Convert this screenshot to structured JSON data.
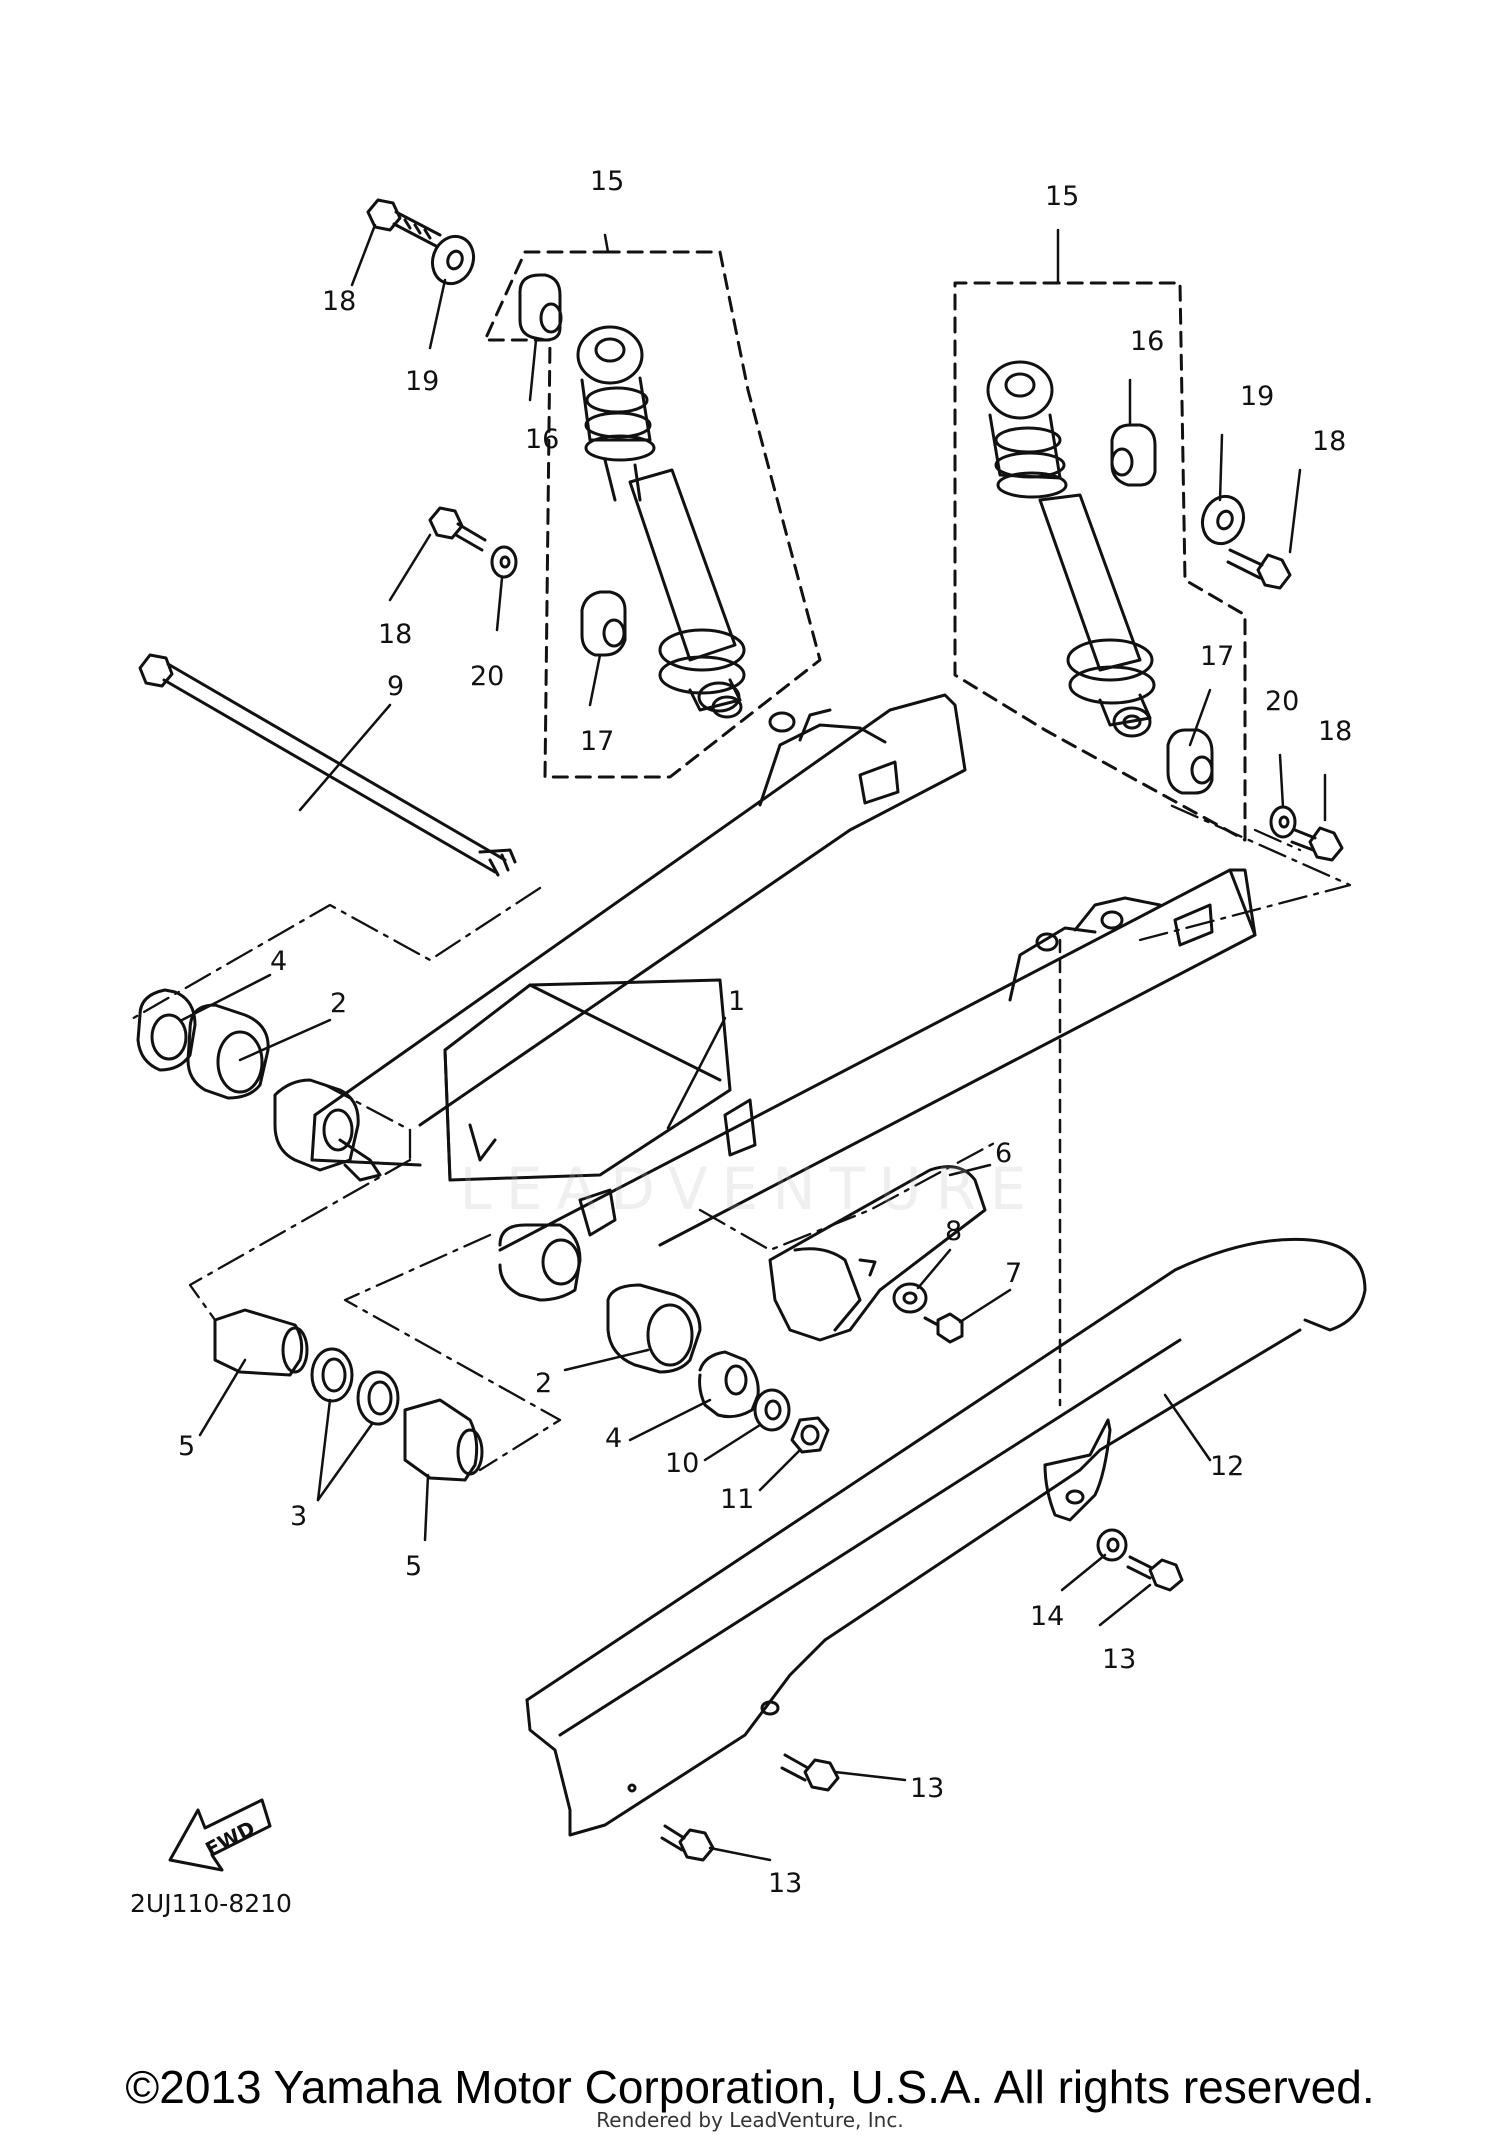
{
  "diagram": {
    "drawing_code": "2UJ110-8210",
    "fwd_label": "FWD",
    "callouts": {
      "c1": "1",
      "c2a": "2",
      "c2b": "2",
      "c3": "3",
      "c4a": "4",
      "c4b": "4",
      "c5a": "5",
      "c5b": "5",
      "c6": "6",
      "c7": "7",
      "c8": "8",
      "c9": "9",
      "c10": "10",
      "c11": "11",
      "c12": "12",
      "c13a": "13",
      "c13b": "13",
      "c13c": "13",
      "c14": "14",
      "c15a": "15",
      "c15b": "15",
      "c16a": "16",
      "c16b": "16",
      "c17a": "17",
      "c17b": "17",
      "c18a": "18",
      "c18b": "18",
      "c18c": "18",
      "c18d": "18",
      "c19a": "19",
      "c19b": "19",
      "c20a": "20",
      "c20b": "20"
    }
  },
  "watermark": "LEADVENTURE",
  "footer": {
    "copyright": "©2013 Yamaha Motor Corporation, U.S.A. All rights reserved.",
    "rendered_by": "Rendered by LeadVenture, Inc."
  }
}
